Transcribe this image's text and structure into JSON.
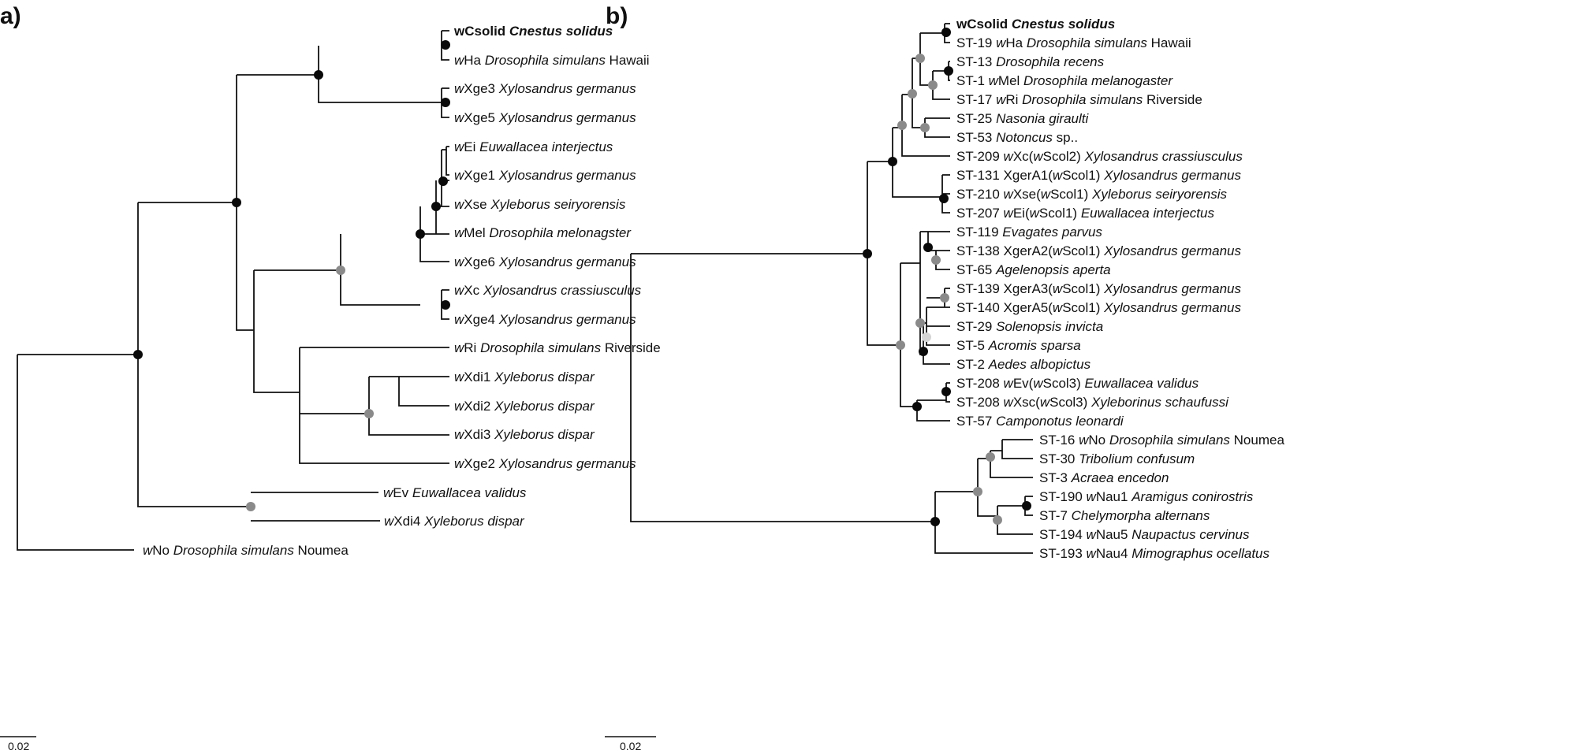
{
  "colors": {
    "support_high": "#0a0a0a",
    "support_mid": "#8a8a8a",
    "support_low": "#d4d4d4",
    "branch": "#111111"
  },
  "panels": [
    {
      "label": "a)",
      "scale_bar": "0.02",
      "tips": [
        {
          "id": "a1",
          "segs": [
            [
              "w",
              0,
              1
            ],
            [
              "Csolid ",
              0,
              1
            ],
            [
              "Cnestus solidus",
              1,
              1
            ]
          ]
        },
        {
          "id": "a2",
          "segs": [
            [
              "w",
              1,
              0
            ],
            [
              "Ha ",
              0,
              0
            ],
            [
              "Drosophila simulans",
              1,
              0
            ],
            [
              " Hawaii",
              0,
              0
            ]
          ]
        },
        {
          "id": "a3",
          "segs": [
            [
              "w",
              1,
              0
            ],
            [
              "Xge3 ",
              0,
              0
            ],
            [
              "Xylosandrus germanus",
              1,
              0
            ]
          ]
        },
        {
          "id": "a4",
          "segs": [
            [
              "w",
              1,
              0
            ],
            [
              "Xge5 ",
              0,
              0
            ],
            [
              "Xylosandrus germanus",
              1,
              0
            ]
          ]
        },
        {
          "id": "a5",
          "segs": [
            [
              "w",
              1,
              0
            ],
            [
              "Ei ",
              0,
              0
            ],
            [
              "Euwallacea interjectus",
              1,
              0
            ]
          ]
        },
        {
          "id": "a6",
          "segs": [
            [
              "w",
              1,
              0
            ],
            [
              "Xge1 ",
              0,
              0
            ],
            [
              "Xylosandrus germanus",
              1,
              0
            ]
          ]
        },
        {
          "id": "a7",
          "segs": [
            [
              "w",
              1,
              0
            ],
            [
              "Xse ",
              0,
              0
            ],
            [
              "Xyleborus seiryorensis",
              1,
              0
            ]
          ]
        },
        {
          "id": "a8",
          "segs": [
            [
              "w",
              1,
              0
            ],
            [
              "Mel ",
              0,
              0
            ],
            [
              "Drosophila melonagster",
              1,
              0
            ]
          ]
        },
        {
          "id": "a9",
          "segs": [
            [
              "w",
              1,
              0
            ],
            [
              "Xge6 ",
              0,
              0
            ],
            [
              "Xylosandrus germanus",
              1,
              0
            ]
          ]
        },
        {
          "id": "a10",
          "segs": [
            [
              "w",
              1,
              0
            ],
            [
              "Xc ",
              0,
              0
            ],
            [
              "Xylosandrus crassiusculus",
              1,
              0
            ]
          ]
        },
        {
          "id": "a11",
          "segs": [
            [
              "w",
              1,
              0
            ],
            [
              "Xge4 ",
              0,
              0
            ],
            [
              "Xylosandrus germanus",
              1,
              0
            ]
          ]
        },
        {
          "id": "a12",
          "segs": [
            [
              "w",
              1,
              0
            ],
            [
              "Ri ",
              0,
              0
            ],
            [
              "Drosophila simulans",
              1,
              0
            ],
            [
              " Riverside",
              0,
              0
            ]
          ]
        },
        {
          "id": "a13",
          "segs": [
            [
              "w",
              1,
              0
            ],
            [
              "Xdi1 ",
              0,
              0
            ],
            [
              "Xyleborus dispar",
              1,
              0
            ]
          ]
        },
        {
          "id": "a14",
          "segs": [
            [
              "w",
              1,
              0
            ],
            [
              "Xdi2 ",
              0,
              0
            ],
            [
              "Xyleborus dispar",
              1,
              0
            ]
          ]
        },
        {
          "id": "a15",
          "segs": [
            [
              "w",
              1,
              0
            ],
            [
              "Xdi3 ",
              0,
              0
            ],
            [
              "Xyleborus dispar",
              1,
              0
            ]
          ]
        },
        {
          "id": "a16",
          "segs": [
            [
              "w",
              1,
              0
            ],
            [
              "Xge2 ",
              0,
              0
            ],
            [
              "Xylosandrus germanus",
              1,
              0
            ]
          ]
        },
        {
          "id": "a17",
          "segs": [
            [
              "w",
              1,
              0
            ],
            [
              "Ev ",
              0,
              0
            ],
            [
              "Euwallacea validus",
              1,
              0
            ]
          ]
        },
        {
          "id": "a18",
          "segs": [
            [
              "w",
              1,
              0
            ],
            [
              "Xdi4 ",
              0,
              0
            ],
            [
              "Xyleborus dispar",
              1,
              0
            ]
          ]
        },
        {
          "id": "a19",
          "segs": [
            [
              "w",
              1,
              0
            ],
            [
              "No ",
              0,
              0
            ],
            [
              "Drosophila simulans",
              1,
              0
            ],
            [
              " Noumea",
              0,
              0
            ]
          ]
        }
      ]
    },
    {
      "label": "b)",
      "scale_bar": "0.02",
      "tips": [
        {
          "id": "b1",
          "segs": [
            [
              "w",
              0,
              1
            ],
            [
              "Csolid ",
              0,
              1
            ],
            [
              "Cnestus solidus",
              1,
              1
            ]
          ]
        },
        {
          "id": "b2",
          "segs": [
            [
              "ST-19 ",
              0,
              0
            ],
            [
              "w",
              1,
              0
            ],
            [
              "Ha ",
              0,
              0
            ],
            [
              "Drosophila simulans",
              1,
              0
            ],
            [
              " Hawaii",
              0,
              0
            ]
          ]
        },
        {
          "id": "b3",
          "segs": [
            [
              "ST-13 ",
              0,
              0
            ],
            [
              "Drosophila recens",
              1,
              0
            ]
          ]
        },
        {
          "id": "b4",
          "segs": [
            [
              "ST-1 ",
              0,
              0
            ],
            [
              "w",
              1,
              0
            ],
            [
              "Mel ",
              0,
              0
            ],
            [
              "Drosophila melanogaster",
              1,
              0
            ]
          ]
        },
        {
          "id": "b5",
          "segs": [
            [
              "ST-17 ",
              0,
              0
            ],
            [
              "w",
              1,
              0
            ],
            [
              "Ri ",
              0,
              0
            ],
            [
              "Drosophila simulans",
              1,
              0
            ],
            [
              " Riverside",
              0,
              0
            ]
          ]
        },
        {
          "id": "b6",
          "segs": [
            [
              "ST-25 ",
              0,
              0
            ],
            [
              "Nasonia giraulti",
              1,
              0
            ]
          ]
        },
        {
          "id": "b7",
          "segs": [
            [
              "ST-53 ",
              0,
              0
            ],
            [
              "Notoncus",
              1,
              0
            ],
            [
              " sp..",
              0,
              0
            ]
          ]
        },
        {
          "id": "b8",
          "segs": [
            [
              "ST-209 ",
              0,
              0
            ],
            [
              "w",
              1,
              0
            ],
            [
              "Xc(",
              0,
              0
            ],
            [
              "w",
              1,
              0
            ],
            [
              "Scol2) ",
              0,
              0
            ],
            [
              "Xylosandrus crassiusculus",
              1,
              0
            ]
          ]
        },
        {
          "id": "b9",
          "segs": [
            [
              "ST-131 XgerA1(",
              0,
              0
            ],
            [
              "w",
              1,
              0
            ],
            [
              "Scol1) ",
              0,
              0
            ],
            [
              "Xylosandrus germanus",
              1,
              0
            ]
          ]
        },
        {
          "id": "b10",
          "segs": [
            [
              "ST-210 ",
              0,
              0
            ],
            [
              "w",
              1,
              0
            ],
            [
              "Xse(",
              0,
              0
            ],
            [
              "w",
              1,
              0
            ],
            [
              "Scol1) ",
              0,
              0
            ],
            [
              "Xyleborus seiryorensis",
              1,
              0
            ]
          ]
        },
        {
          "id": "b11",
          "segs": [
            [
              "ST-207 ",
              0,
              0
            ],
            [
              "w",
              1,
              0
            ],
            [
              "Ei(",
              0,
              0
            ],
            [
              "w",
              1,
              0
            ],
            [
              "Scol1) ",
              0,
              0
            ],
            [
              "Euwallacea interjectus",
              1,
              0
            ]
          ]
        },
        {
          "id": "b12",
          "segs": [
            [
              "ST-119 ",
              0,
              0
            ],
            [
              "Evagates parvus",
              1,
              0
            ]
          ]
        },
        {
          "id": "b13",
          "segs": [
            [
              "ST-138 XgerA2(",
              0,
              0
            ],
            [
              "w",
              1,
              0
            ],
            [
              "Scol1) ",
              0,
              0
            ],
            [
              "Xylosandrus germanus",
              1,
              0
            ]
          ]
        },
        {
          "id": "b14",
          "segs": [
            [
              "ST-65 ",
              0,
              0
            ],
            [
              "Agelenopsis aperta",
              1,
              0
            ]
          ]
        },
        {
          "id": "b15",
          "segs": [
            [
              "ST-139 XgerA3(",
              0,
              0
            ],
            [
              "w",
              1,
              0
            ],
            [
              "Scol1) ",
              0,
              0
            ],
            [
              "Xylosandrus germanus",
              1,
              0
            ]
          ]
        },
        {
          "id": "b16",
          "segs": [
            [
              "ST-140 XgerA5(",
              0,
              0
            ],
            [
              "w",
              1,
              0
            ],
            [
              "Scol1) ",
              0,
              0
            ],
            [
              "Xylosandrus germanus",
              1,
              0
            ]
          ]
        },
        {
          "id": "b17",
          "segs": [
            [
              "ST-29 ",
              0,
              0
            ],
            [
              "Solenopsis invicta",
              1,
              0
            ]
          ]
        },
        {
          "id": "b18",
          "segs": [
            [
              "ST-5 ",
              0,
              0
            ],
            [
              "Acromis sparsa",
              1,
              0
            ]
          ]
        },
        {
          "id": "b19",
          "segs": [
            [
              "ST-2 ",
              0,
              0
            ],
            [
              "Aedes albopictus",
              1,
              0
            ]
          ]
        },
        {
          "id": "b20",
          "segs": [
            [
              "ST-208 ",
              0,
              0
            ],
            [
              "w",
              1,
              0
            ],
            [
              "Ev(",
              0,
              0
            ],
            [
              "w",
              1,
              0
            ],
            [
              "Scol3) ",
              0,
              0
            ],
            [
              "Euwallacea validus",
              1,
              0
            ]
          ]
        },
        {
          "id": "b21",
          "segs": [
            [
              "ST-208 ",
              0,
              0
            ],
            [
              "w",
              1,
              0
            ],
            [
              "Xsc(",
              0,
              0
            ],
            [
              "w",
              1,
              0
            ],
            [
              "Scol3) ",
              0,
              0
            ],
            [
              "Xyleborinus schaufussi",
              1,
              0
            ]
          ]
        },
        {
          "id": "b22",
          "segs": [
            [
              "ST-57 ",
              0,
              0
            ],
            [
              "Camponotus leonardi",
              1,
              0
            ]
          ]
        },
        {
          "id": "b23",
          "segs": [
            [
              "ST-16 ",
              0,
              0
            ],
            [
              "w",
              1,
              0
            ],
            [
              "No ",
              0,
              0
            ],
            [
              "Drosophila simulans",
              1,
              0
            ],
            [
              " Noumea",
              0,
              0
            ]
          ]
        },
        {
          "id": "b24",
          "segs": [
            [
              "ST-30 ",
              0,
              0
            ],
            [
              "Tribolium confusum",
              1,
              0
            ]
          ]
        },
        {
          "id": "b25",
          "segs": [
            [
              "ST-3 ",
              0,
              0
            ],
            [
              "Acraea encedon",
              1,
              0
            ]
          ]
        },
        {
          "id": "b26",
          "segs": [
            [
              "ST-190 ",
              0,
              0
            ],
            [
              "w",
              1,
              0
            ],
            [
              "Nau1 ",
              0,
              0
            ],
            [
              "Aramigus conirostris",
              1,
              0
            ]
          ]
        },
        {
          "id": "b27",
          "segs": [
            [
              "ST-7 ",
              0,
              0
            ],
            [
              "Chelymorpha alternans",
              1,
              0
            ]
          ]
        },
        {
          "id": "b28",
          "segs": [
            [
              "ST-194 ",
              0,
              0
            ],
            [
              "w",
              1,
              0
            ],
            [
              "Nau5 ",
              0,
              0
            ],
            [
              "Naupactus cervinus",
              1,
              0
            ]
          ]
        },
        {
          "id": "b29",
          "segs": [
            [
              "ST-193 ",
              0,
              0
            ],
            [
              "w",
              1,
              0
            ],
            [
              "Nau4 ",
              0,
              0
            ],
            [
              "Mimographus ocellatus",
              1,
              0
            ]
          ]
        }
      ]
    }
  ]
}
